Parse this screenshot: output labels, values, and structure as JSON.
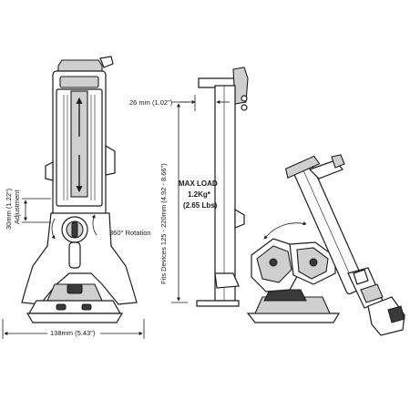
{
  "labels": {
    "height_adjust_value": "30mm (1.22\")",
    "height_adjust_caption": "Adjustment",
    "rotation": "360° Rotation",
    "width": "138mm (5.43\")",
    "depth": "26 mm (1.02\")",
    "fits_devices": "Fits Devices 125 - 220mm (4.92 - 8.66\")",
    "max_load_title": "MAX LOAD",
    "max_load_kg": "1.2Kg*",
    "max_load_lbs": "(2.65 Lbs)"
  },
  "colors": {
    "line": "#1c1c1c",
    "fill_light": "#cfcfcf",
    "fill_dark": "#3a3a3a"
  }
}
